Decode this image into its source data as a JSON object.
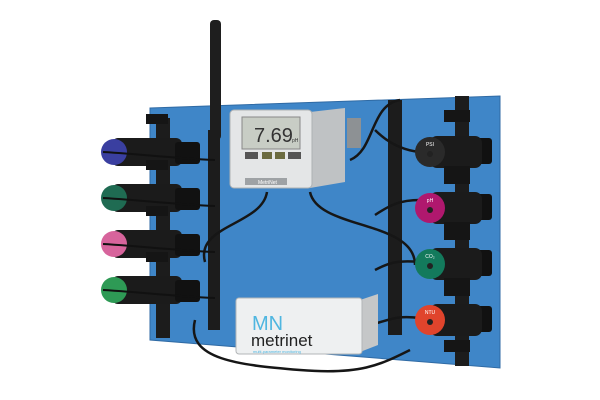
{
  "controller": {
    "display_value": "7.69",
    "display_unit": "pH",
    "plate_label": "MetriNet"
  },
  "hub": {
    "logo_mark": "MN",
    "brand": "metrinet",
    "tagline": "multi-parameter monitoring"
  },
  "right_sensors": [
    {
      "label": "PSI",
      "color": "#2a2a2a"
    },
    {
      "label": "pH",
      "color": "#b0186e"
    },
    {
      "label": "CO₂",
      "color": "#137a5c"
    },
    {
      "label": "NTU",
      "color": "#e0442c"
    }
  ],
  "left_sensors": [
    {
      "color": "#3a3fa0"
    },
    {
      "color": "#1f6b52"
    },
    {
      "color": "#d7649c"
    },
    {
      "color": "#2e9a55"
    }
  ],
  "colors": {
    "panel": "#3f86c8",
    "logo": "#4fb6e0"
  }
}
